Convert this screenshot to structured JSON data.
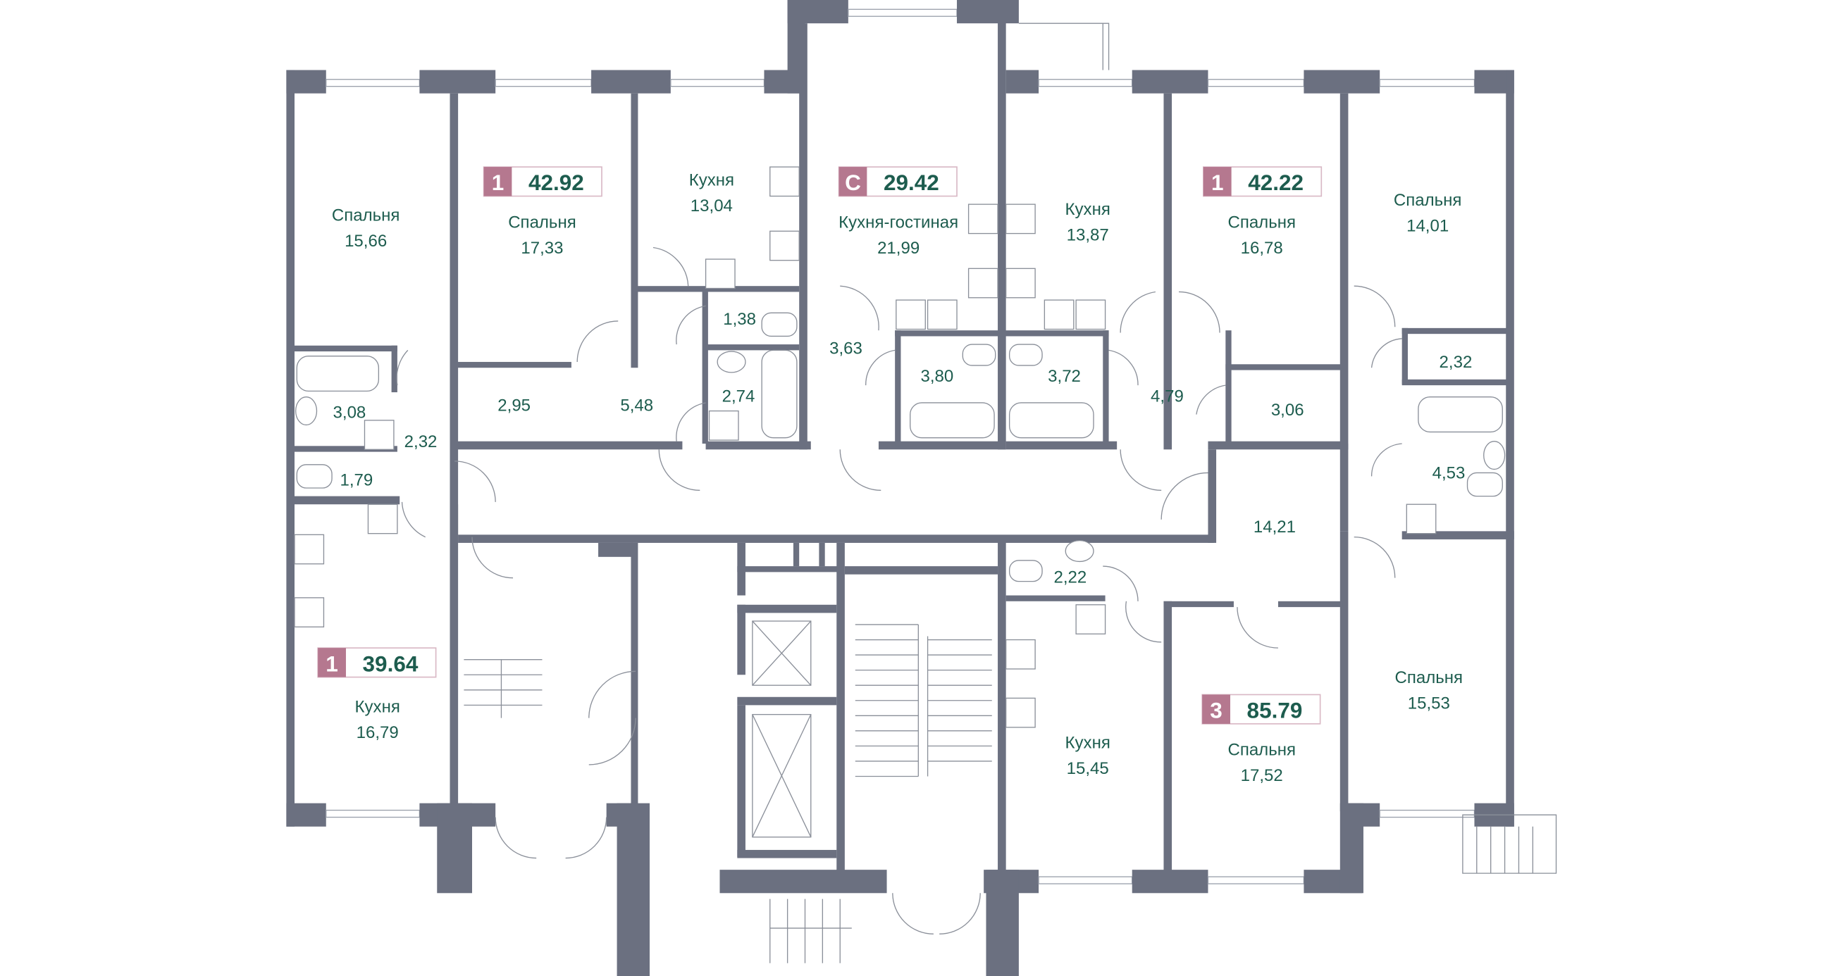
{
  "colors": {
    "wall": "#6b7080",
    "text": "#1d5c4e",
    "badge": "#b5788f"
  },
  "apartments": [
    {
      "type": "1",
      "area": "42.92"
    },
    {
      "type": "С",
      "area": "29.42"
    },
    {
      "type": "1",
      "area": "42.22"
    },
    {
      "type": "1",
      "area": "39.64"
    },
    {
      "type": "3",
      "area": "85.79"
    }
  ],
  "rooms": [
    {
      "name": "Спальня",
      "area": "15,66"
    },
    {
      "name": "Спальня",
      "area": "17,33"
    },
    {
      "name": "Кухня",
      "area": "13,04"
    },
    {
      "name": "Кухня-гостиная",
      "area": "21,99"
    },
    {
      "name": "Кухня",
      "area": "13,87"
    },
    {
      "name": "Спальня",
      "area": "16,78"
    },
    {
      "name": "Спальня",
      "area": "14,01"
    },
    {
      "name": "Кухня",
      "area": "16,79"
    },
    {
      "name": "Кухня",
      "area": "15,45"
    },
    {
      "name": "Спальня",
      "area": "17,52"
    },
    {
      "name": "Спальня",
      "area": "15,53"
    }
  ],
  "small_areas": [
    "1,38",
    "2,95",
    "5,48",
    "2,74",
    "3,08",
    "2,32",
    "1,79",
    "3,63",
    "3,80",
    "3,72",
    "4,79",
    "3,06",
    "2,32",
    "4,53",
    "14,21",
    "2,22"
  ]
}
